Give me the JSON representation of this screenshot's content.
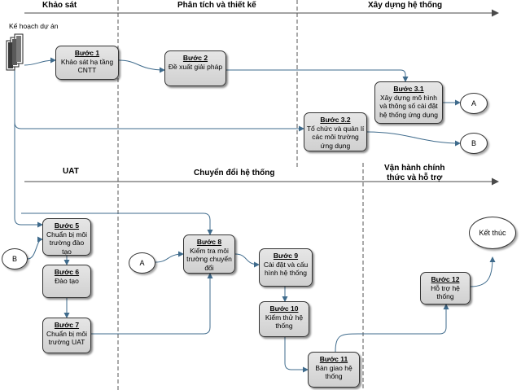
{
  "phases": {
    "khao_sat": "Khảo sát",
    "phan_tich": "Phân tích và thiết kế",
    "xay_dung": "Xây dựng hệ thống",
    "uat": "UAT",
    "chuyen_doi": "Chuyển đổi hệ thống",
    "van_hanh_line1": "Vận hành chính",
    "van_hanh_line2": "thức và hỗ trợ"
  },
  "document": {
    "label": "Kế hoạch dự án"
  },
  "steps": {
    "s1": {
      "title": "Bước 1",
      "desc": "Khảo sát hạ tầng CNTT"
    },
    "s2": {
      "title": "Bước 2",
      "desc": "Đề xuất giải pháp"
    },
    "s31": {
      "title": "Bước 3.1",
      "desc": "Xây dựng mô hình và thông số cài đặt hệ thống ứng dụng"
    },
    "s32": {
      "title": "Bước 3.2",
      "desc": "Tổ chức và quản lí các môi trường ứng dụng"
    },
    "s5": {
      "title": "Bước 5",
      "desc": "Chuẩn bị môi trường đào tạo"
    },
    "s6": {
      "title": "Bước 6",
      "desc": "Đào tạo"
    },
    "s7": {
      "title": "Bước 7",
      "desc": "Chuẩn bị môi trường UAT"
    },
    "s8": {
      "title": "Bước 8",
      "desc": "Kiểm tra môi trường chuyển đổi"
    },
    "s9": {
      "title": "Bước 9",
      "desc": "Cài đặt và cấu hình hệ thống"
    },
    "s10": {
      "title": "Bước 10",
      "desc": "Kiểm thử hệ thống"
    },
    "s11": {
      "title": "Bước 11",
      "desc": "Bàn giao hệ thống"
    },
    "s12": {
      "title": "Bước 12",
      "desc": "Hỗ trợ hệ thống"
    }
  },
  "connectors": {
    "a_top": "A",
    "b_top": "B",
    "b_left": "B",
    "a_mid": "A"
  },
  "end": {
    "label": "Kết thúc"
  },
  "colors": {
    "line": "#3f6b8c",
    "box_fill": "#dcdcdc",
    "phase_arrow": "#4a4a4a"
  }
}
